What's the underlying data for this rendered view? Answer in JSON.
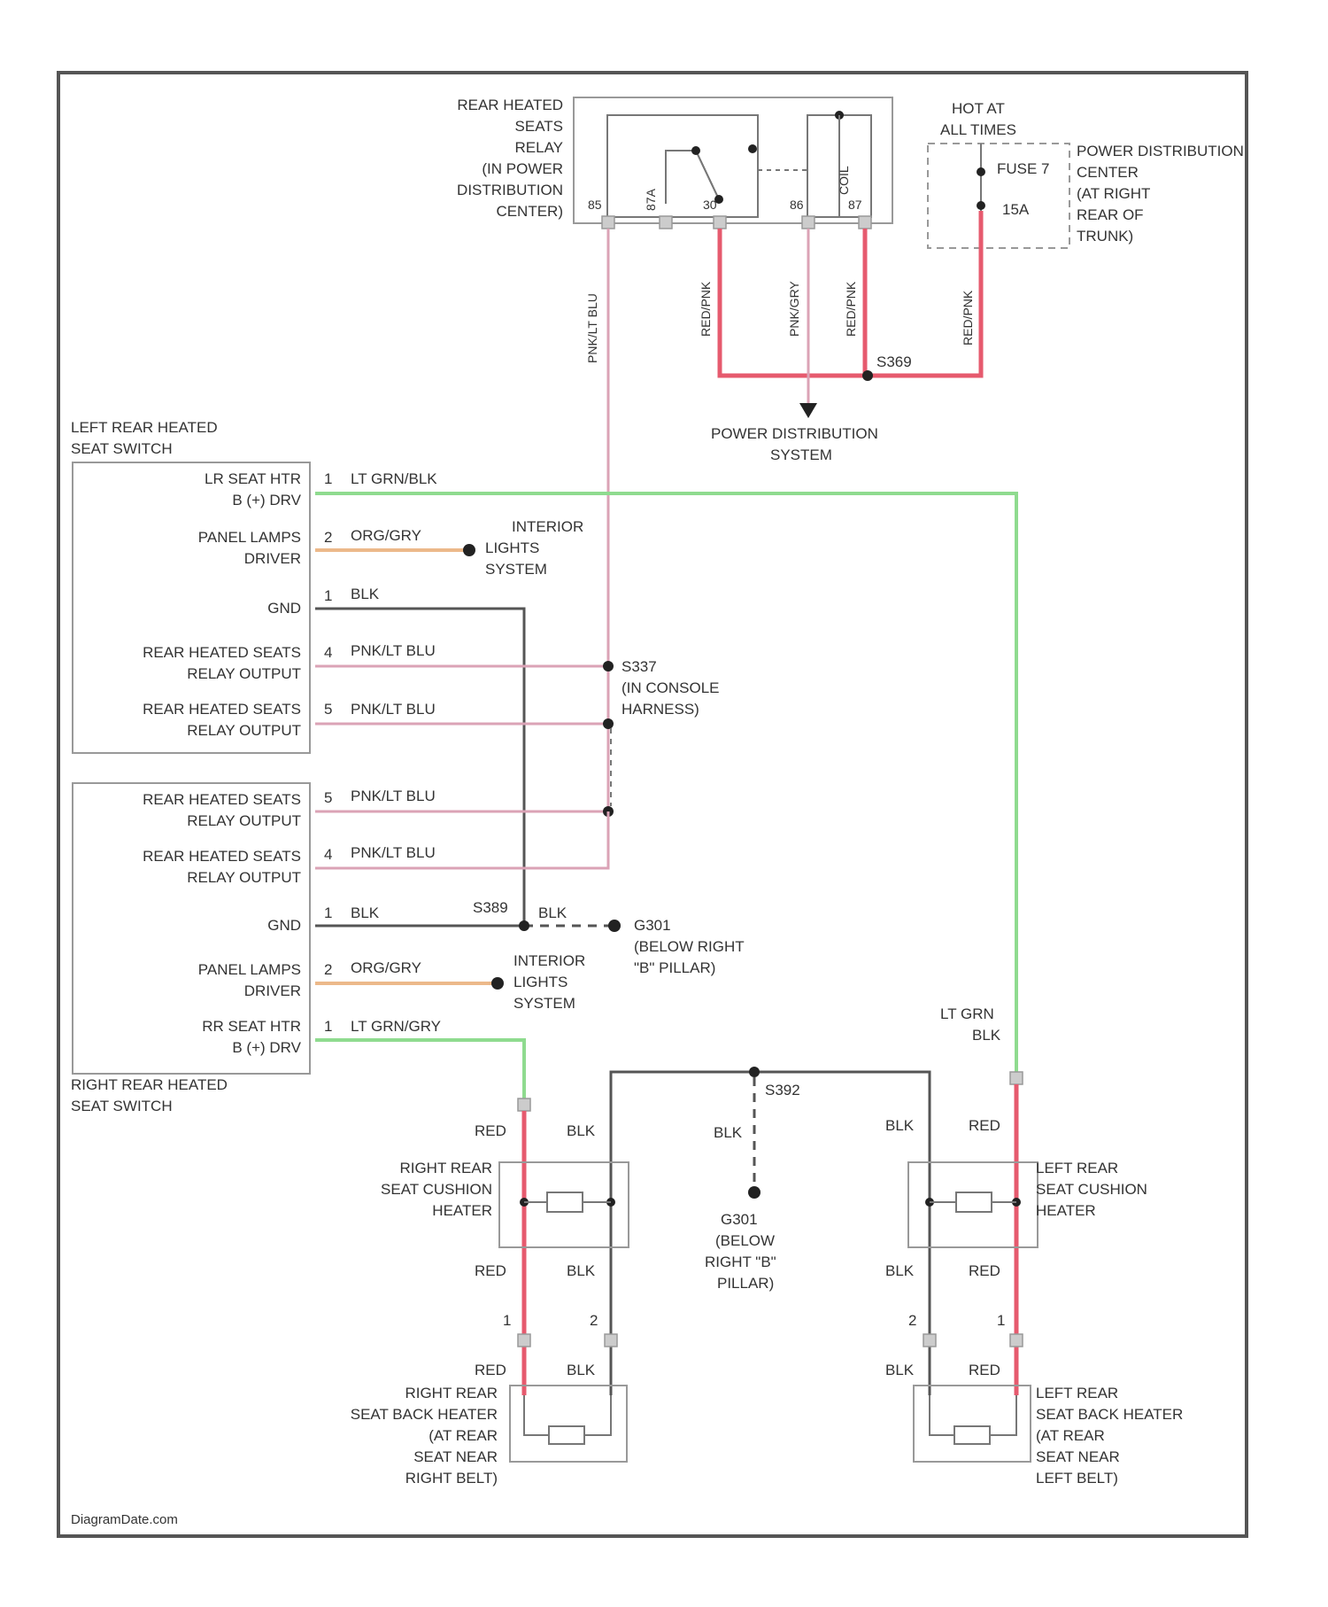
{
  "relay": {
    "label": [
      "REAR HEATED",
      "SEATS",
      "RELAY",
      "(IN POWER",
      "DISTRIBUTION",
      "CENTER)"
    ],
    "pins": [
      "85",
      "87A",
      "30",
      "86",
      "87"
    ],
    "coil_label": "COIL"
  },
  "fuse": {
    "hot_label": [
      "HOT AT",
      "ALL TIMES"
    ],
    "name": "FUSE 7",
    "rating": "15A",
    "pdc_label": [
      "POWER DISTRIBUTION",
      "CENTER",
      "(AT RIGHT",
      "REAR OF",
      "TRUNK)"
    ]
  },
  "wires": {
    "pnk_lt_blu": "PNK/LT BLU",
    "red_pnk": "RED/PNK",
    "pnk_gry": "PNK/GRY",
    "red_pnk_2": "RED/PNK",
    "red_pnk_3": "RED/PNK",
    "lt_grn_blk": "LT GRN/BLK",
    "org_gry": "ORG/GRY",
    "blk": "BLK",
    "lt_grn_gry": "LT GRN/GRY",
    "lt_grn_blk_2": [
      "LT GRN",
      "BLK"
    ],
    "red": "RED"
  },
  "splices": {
    "s369": "S369",
    "s337": [
      "S337",
      "(IN CONSOLE",
      "HARNESS)"
    ],
    "s389": "S389",
    "s392": "S392",
    "g301": [
      "G301",
      "(BELOW RIGHT",
      "\"B\" PILLAR)"
    ],
    "g301_b": [
      "G301",
      "(BELOW",
      "RIGHT \"B\"",
      "PILLAR)"
    ]
  },
  "pds_label": [
    "POWER DISTRIBUTION",
    "SYSTEM"
  ],
  "left_switch": {
    "title": [
      "LEFT REAR HEATED",
      "SEAT SWITCH"
    ],
    "rows": [
      {
        "label": [
          "LR SEAT HTR",
          "B (+) DRV"
        ],
        "pin": "1"
      },
      {
        "label": [
          "PANEL LAMPS",
          "DRIVER"
        ],
        "pin": "2"
      },
      {
        "label": [
          "GND"
        ],
        "pin": "1"
      },
      {
        "label": [
          "REAR HEATED SEATS",
          "RELAY OUTPUT"
        ],
        "pin": "4"
      },
      {
        "label": [
          "REAR HEATED SEATS",
          "RELAY OUTPUT"
        ],
        "pin": "5"
      }
    ]
  },
  "right_switch": {
    "title": [
      "RIGHT REAR HEATED",
      "SEAT SWITCH"
    ],
    "rows": [
      {
        "label": [
          "REAR HEATED SEATS",
          "RELAY OUTPUT"
        ],
        "pin": "5"
      },
      {
        "label": [
          "REAR HEATED SEATS",
          "RELAY OUTPUT"
        ],
        "pin": "4"
      },
      {
        "label": [
          "GND"
        ],
        "pin": "1"
      },
      {
        "label": [
          "PANEL LAMPS",
          "DRIVER"
        ],
        "pin": "2"
      },
      {
        "label": [
          "RR SEAT HTR",
          "B (+) DRV"
        ],
        "pin": "1"
      }
    ]
  },
  "interior_lights": [
    "INTERIOR",
    "LIGHTS",
    "SYSTEM"
  ],
  "heaters": {
    "right_cushion": [
      "RIGHT REAR",
      "SEAT CUSHION",
      "HEATER"
    ],
    "left_cushion": [
      "LEFT REAR",
      "SEAT CUSHION",
      "HEATER"
    ],
    "right_back": [
      "RIGHT REAR",
      "SEAT BACK HEATER",
      "(AT REAR",
      "SEAT NEAR",
      "RIGHT BELT)"
    ],
    "left_back": [
      "LEFT REAR",
      "SEAT BACK HEATER",
      "(AT REAR",
      "SEAT NEAR",
      "LEFT BELT)"
    ],
    "pin1": "1",
    "pin2": "2"
  },
  "watermark": "DiagramDate.com",
  "colors": {
    "red": "#e65a6e",
    "pink": "#dba3b6",
    "green": "#8fdb8f",
    "orange": "#ecb98a",
    "black": "#555555"
  }
}
